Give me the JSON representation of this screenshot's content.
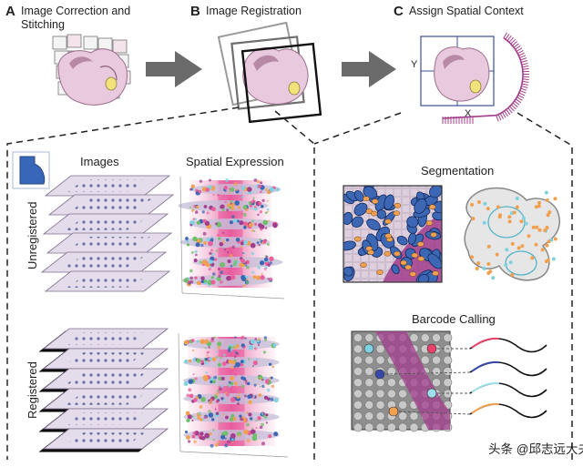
{
  "panels": {
    "a": {
      "letter": "A",
      "title_line1": "Image Correction and",
      "title_line2": "Stitching"
    },
    "b": {
      "letter": "B",
      "title": "Image Registration"
    },
    "c": {
      "letter": "C",
      "title": "Assign Spatial Context",
      "axis_y": "Y",
      "axis_x": "X"
    }
  },
  "lower_left": {
    "col_images": "Images",
    "col_spatial": "Spatial Expression",
    "row_unregistered": "Unregistered",
    "row_registered": "Registered"
  },
  "lower_right": {
    "segmentation": "Segmentation",
    "barcode_calling": "Barcode Calling"
  },
  "watermark": "头条 @邱志远大夫",
  "colors": {
    "brain_pink": "#e9c9dd",
    "brain_dark": "#b789a6",
    "cell_blue": "#3b67b4",
    "cell_orange": "#f0a04e",
    "magenta": "#a13d8c",
    "cyan": "#7fd0e0",
    "arrow_gray": "#6b6b6b"
  }
}
